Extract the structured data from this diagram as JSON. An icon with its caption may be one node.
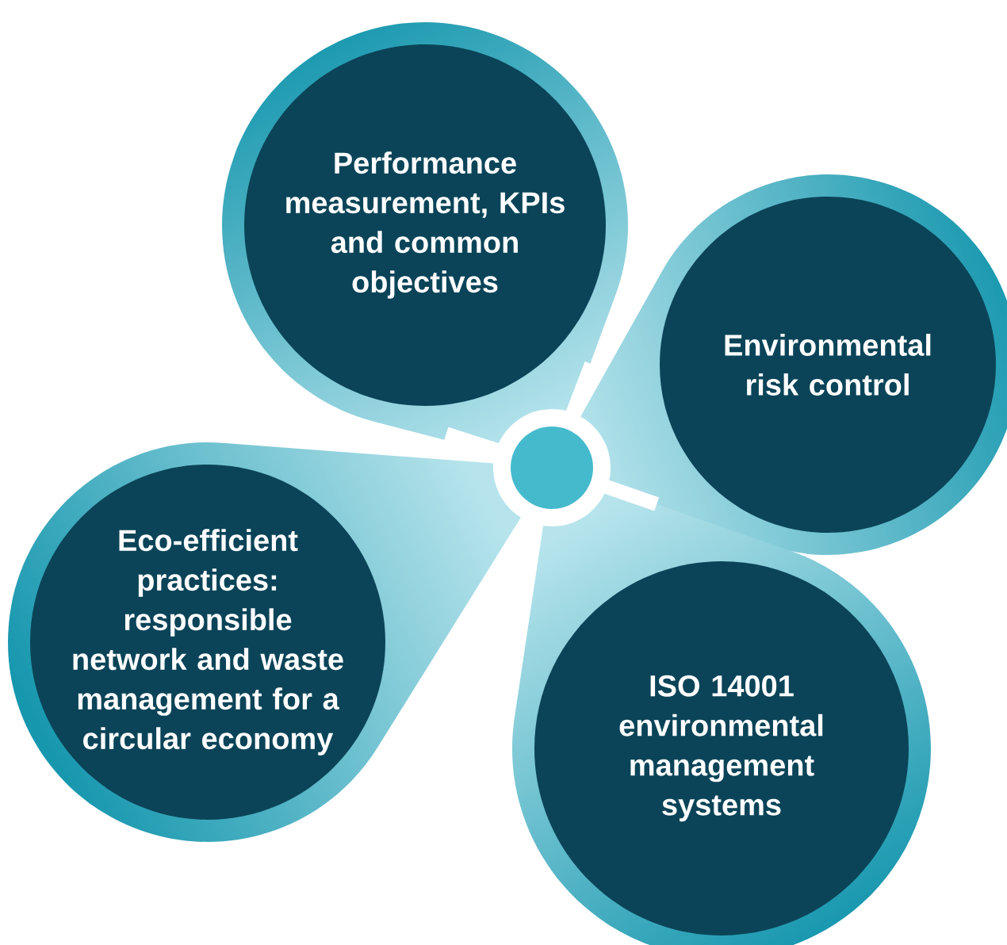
{
  "diagram": {
    "nodes": [
      {
        "text": [
          "Performance measurement, KPIs and common objectives"
        ]
      },
      {
        "text": [
          "Environmental risk control"
        ]
      },
      {
        "text": [
          "Eco-efficient practices: responsible network and waste management for a circular economy"
        ]
      },
      {
        "text": [
          "ISO 14001 environmental management systems"
        ]
      },
      {
        "text": [],
        "shape": "circle"
      }
    ]
  }
}
